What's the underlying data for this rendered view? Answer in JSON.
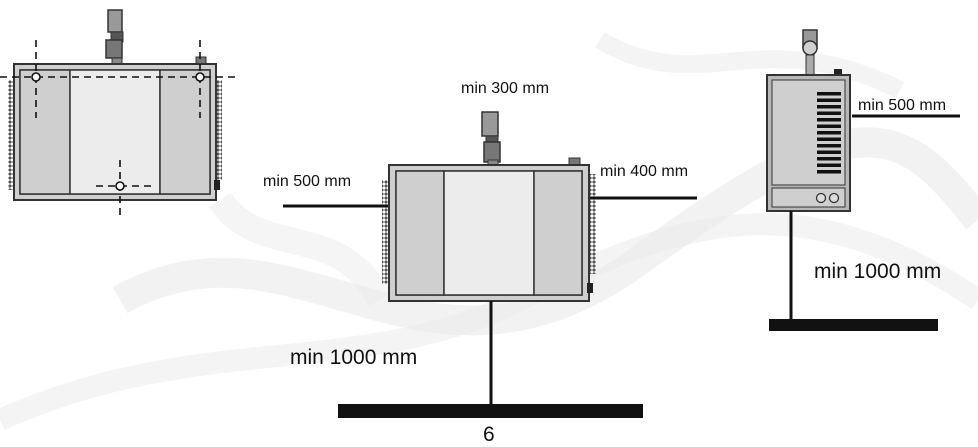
{
  "labels": {
    "center_top": "min 300 mm",
    "center_left": "min 500 mm",
    "center_right": "min 400 mm",
    "center_bottom": "min 1000 mm",
    "right_side": "min 500 mm",
    "right_bottom": "min 1000 mm",
    "page_number": "6"
  },
  "colors": {
    "outline": "#333333",
    "panel": "#d0d0d0",
    "panel_light": "#ececec",
    "body_frame": "#cfcfcf",
    "dark_bar": "#111111"
  }
}
